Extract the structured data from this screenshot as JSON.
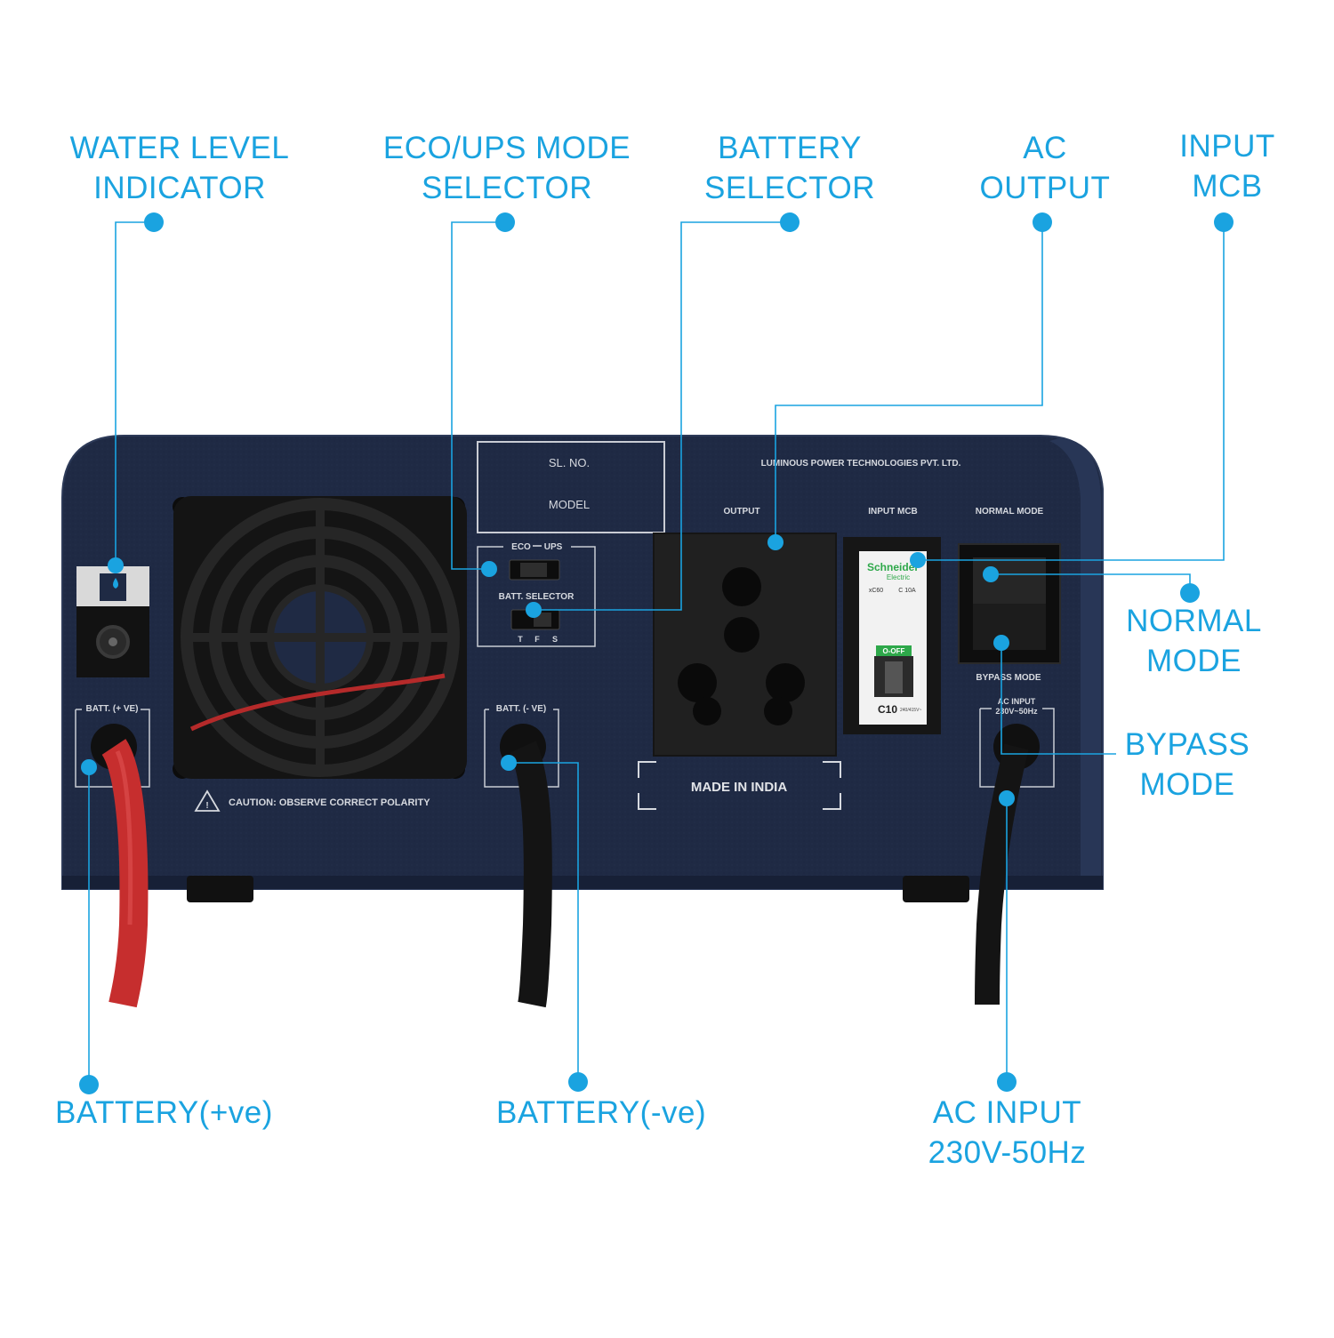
{
  "colors": {
    "callout": "#1aa3e0",
    "panel": "#1f2a44",
    "panel_edge": "#2d3a58",
    "socket_body": "#1e1e1e",
    "mcb_body": "#f2f2f2",
    "mcb_accent": "#2ea84a",
    "cable_red": "#c62e2e",
    "cable_black": "#141414"
  },
  "callouts": {
    "water_level": {
      "lines": [
        "WATER LEVEL",
        "INDICATOR"
      ]
    },
    "eco_ups": {
      "lines": [
        "ECO/UPS MODE",
        "SELECTOR"
      ]
    },
    "battery_selector": {
      "lines": [
        "BATTERY",
        "SELECTOR"
      ]
    },
    "ac_output": {
      "lines": [
        "AC",
        "OUTPUT"
      ]
    },
    "input_mcb": {
      "lines": [
        "INPUT",
        "MCB"
      ]
    },
    "normal_mode": {
      "lines": [
        "NORMAL",
        "MODE"
      ]
    },
    "bypass_mode": {
      "lines": [
        "BYPASS",
        "MODE"
      ]
    },
    "battery_pos": {
      "lines": [
        "BATTERY(+ve)"
      ]
    },
    "battery_neg": {
      "lines": [
        "BATTERY(-ve)"
      ]
    },
    "ac_input": {
      "lines": [
        "AC INPUT",
        "230V-50Hz"
      ]
    }
  },
  "panel": {
    "sl_no": "SL. NO.",
    "model": "MODEL",
    "company": "LUMINOUS POWER TECHNOLOGIES PVT. LTD.",
    "output_label": "OUTPUT",
    "input_mcb_label": "INPUT MCB",
    "normal_mode_label": "NORMAL MODE",
    "bypass_mode_label": "BYPASS MODE",
    "eco": "ECO",
    "ups": "UPS",
    "batt_selector": "BATT. SELECTOR",
    "selector_positions": [
      "T",
      "F",
      "S"
    ],
    "batt_pos": "BATT. (+ VE)",
    "batt_neg": "BATT. (- VE)",
    "ac_input_label": "AC  INPUT",
    "ac_input_rating": "230V~50Hz",
    "caution": "CAUTION: OBSERVE CORRECT POLARITY",
    "made_in": "MADE IN INDIA",
    "mcb_brand": "Schneider",
    "mcb_brand_sub": "Electric",
    "mcb_series": "xC60",
    "mcb_rating": "C 10A",
    "mcb_state": "O-OFF",
    "mcb_code": "C10",
    "mcb_small": "240/415V~"
  }
}
